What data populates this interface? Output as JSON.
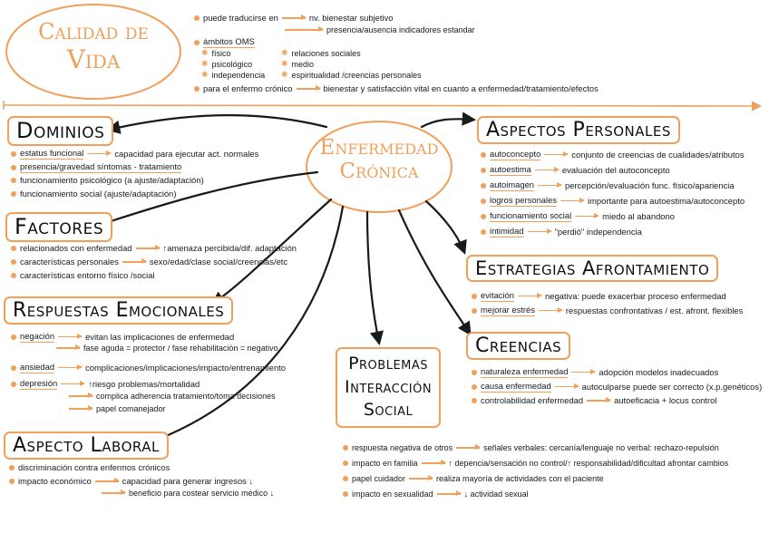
{
  "calidad": {
    "title_l1": "Calidad de",
    "title_l2": "Vida",
    "b1": "puede traducirse en",
    "b1_a": "nv. bienestar subjetivo",
    "b1_b": "presencia/ausencia indicadores estandar",
    "b2": "ámbitos OMS",
    "oms": [
      "físico",
      "psicológico",
      "independencia",
      "relaciones sociales",
      "medio",
      "espiritualidad /creencias personales"
    ],
    "b3": "para el enfermo crónico",
    "b3_a": "bienestar y satisfacción vital en cuanto a enfermedad/tratamiento/efectos"
  },
  "center": {
    "l1": "Enfermedad",
    "l2": "Crónica"
  },
  "dominios": {
    "title": "Dominios",
    "items": [
      {
        "t": "estatus funcional",
        "r": "capacidad para ejecutar act. normales"
      },
      {
        "t": "presencia/gravedad síntomas - tratamiento",
        "r": ""
      },
      {
        "t": "funcionamiento psicológico (a ajuste/adaptación)",
        "r": ""
      },
      {
        "t": "funcionamiento social (ajuste/adaptación)",
        "r": ""
      }
    ]
  },
  "factores": {
    "title": "Factores",
    "items": [
      {
        "t": "relacionados con enfermedad",
        "r": "↑amenaza percibida/dif. adaptación"
      },
      {
        "t": "características personales",
        "r": "sexo/edad/clase social/creencias/etc"
      },
      {
        "t": "características entorno físico /social",
        "r": ""
      }
    ]
  },
  "respuestas": {
    "title": "Respuestas Emocionales",
    "neg": "negación",
    "neg_a": "evitan las implicaciones de enfermedad",
    "neg_b": "fase aguda = protector / fase rehabilitación = negativo",
    "ans": "ansiedad",
    "ans_a": "complicaciones/implicaciones/impacto/entrenamiento",
    "dep": "depresión",
    "dep_a": "↑riesgo problemas/mortalidad",
    "dep_b": "complica adherencia tratamiento/toma decisiones",
    "dep_c": "papel comanejador"
  },
  "laboral": {
    "title": "Aspecto Laboral",
    "i1": "discriminación contra enfermos crónicos",
    "i2": "impacto económico",
    "i2_a": "capacidad para generar ingresos ↓",
    "i2_b": "beneficio para costear servicio médico ↓"
  },
  "personales": {
    "title": "Aspectos Personales",
    "items": [
      {
        "t": "autoconcepto",
        "r": "conjunto de creencias de cualidades/atributos"
      },
      {
        "t": "autoestima",
        "r": "evaluación del autoconcepto"
      },
      {
        "t": "autoimagen",
        "r": "percepción/evaluación func. físico/apariencia"
      },
      {
        "t": "logros personales",
        "r": "importante para autoestima/autoconcepto"
      },
      {
        "t": "funcionamiento social",
        "r": "miedo al abandono"
      },
      {
        "t": "intimidad",
        "r": "\"perdió\" independencia"
      }
    ]
  },
  "estrategias": {
    "title": "Estrategias Afrontamiento",
    "items": [
      {
        "t": "evitación",
        "r": "negativa: puede exacerbar proceso enfermedad"
      },
      {
        "t": "mejorar estrés",
        "r": "respuestas confrontativas / est. afront. flexibles"
      }
    ]
  },
  "creencias": {
    "title": "Creencias",
    "items": [
      {
        "t": "naturaleza enfermedad",
        "r": "adopción modelos inadecuados"
      },
      {
        "t": "causa enfermedad",
        "r": "autoculparse puede ser correcto (x.p.genéticos)"
      },
      {
        "t": "controlabilidad enfermedad",
        "r": "autoeficacia + locus control"
      }
    ]
  },
  "problemas": {
    "title_l1": "Problemas",
    "title_l2": "Interacción",
    "title_l3": "Social",
    "items": [
      {
        "t": "respuesta negativa de otros",
        "r": "señales verbales: cercanía/lenguaje no verbal: rechazo-repulsión"
      },
      {
        "t": "impacto en familia",
        "r": "↑ depencia/sensación no control/↑ responsabilidad/dificultad afrontar cambios"
      },
      {
        "t": "papel cuidador",
        "r": "realiza mayoría de actividades con el paciente"
      },
      {
        "t": "impacto en sexualidad",
        "r": "↓ actividad sexual"
      }
    ]
  }
}
